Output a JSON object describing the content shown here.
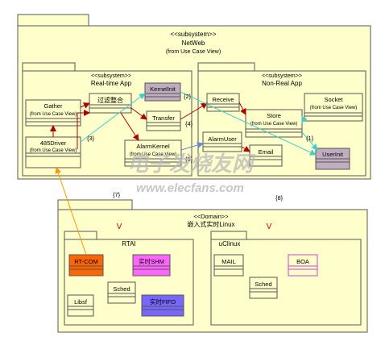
{
  "colors": {
    "package_fill": "#ffffcc",
    "stroke": "#555555",
    "highlight_gray": "#c0aec0",
    "rtcom": "#ff6600",
    "shm": "#ff66ff",
    "fifo": "#7766ff",
    "arrow_red": "#aa0000",
    "arrow_cyan": "#44cccc",
    "arrow_orange": "#ff9900",
    "arrow_blue": "#6688cc",
    "watermark": "#b8b8b8"
  },
  "netweb": {
    "stereotype": "<<subsystem>>",
    "name": "NetWeb",
    "source": "(from Use Case View)"
  },
  "realtime": {
    "stereotype": "<<subsystem>>",
    "name": "Real-time App",
    "components": {
      "kernelinit": "KernelInit",
      "gather": "Gather",
      "gather_sub": "(from Use Case View)",
      "filter": "过滤整合",
      "transfer": "Transfer",
      "driver": "485Driver",
      "driver_sub": "(from Use Case View)",
      "alarmkernel": "AlarmKernel",
      "alarmkernel_sub": "(from Use Case View)"
    }
  },
  "nonreal": {
    "stereotype": "<<subsystem>>",
    "name": "Non-Real App",
    "components": {
      "receive": "Receive",
      "socket": "Socket",
      "socket_sub": "(from Use Case View)",
      "store": "Store",
      "store_sub": "(from Use Case View)",
      "alarmuser": "AlarmUser",
      "email": "Email",
      "userinit": "UserInit"
    }
  },
  "domain": {
    "stereotype": "<<Domain>>",
    "name": "嵌入式实时Linux",
    "rtai": {
      "mark": "V",
      "name": "RTAI",
      "rtcom": "RT-COM",
      "shm": "实时SHM",
      "sched": "Sched",
      "libsf": "Libsf",
      "fifo": "实时FIFO"
    },
    "uclinux": {
      "mark": "V",
      "name": "uClinux",
      "mail": "MAIL",
      "boa": "BOA",
      "sched": "Sched"
    }
  },
  "labels": {
    "l1": "{1}",
    "l2": "{2}",
    "l3": "{3}",
    "l4": "{4}",
    "l5": "{5}",
    "l7": "{7}",
    "l8": "{8}"
  },
  "watermark": {
    "cn": "电子发烧友网",
    "url": "www.elecfans.com"
  }
}
